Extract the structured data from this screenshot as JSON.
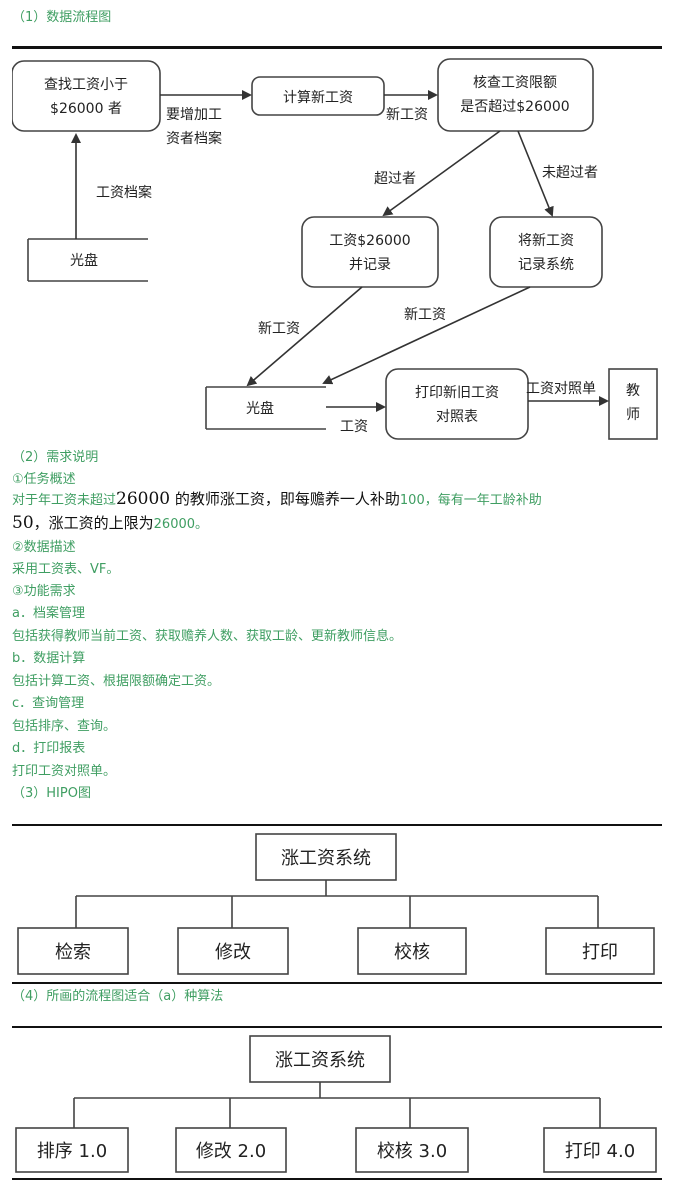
{
  "sections": {
    "s1": "（1）数据流程图",
    "s2": "（2）需求说明",
    "s3": "（3）HIPO图",
    "s4": "（4）所画的流程图适合（a）种算法"
  },
  "dfd": {
    "box_find_l1": "查找工资小于",
    "box_find_l2": "$26000 者",
    "label_add_l1": "要增加工",
    "label_add_l2": "资者档案",
    "box_calc": "计算新工资",
    "label_newwage_1": "新工资",
    "box_check_l1": "核查工资限额",
    "box_check_l2": "是否超过$26000",
    "label_archive": "工资档案",
    "label_over": "超过者",
    "label_notover": "未超过者",
    "box_disk_1": "光盘",
    "box_rec_l1": "工资$26000",
    "box_rec_l2": "并记录",
    "box_sys_l1": "将新工资",
    "box_sys_l2": "记录系统",
    "label_newwage_2": "新工资",
    "label_newwage_3": "新工资",
    "box_disk_2": "光盘",
    "box_print_l1": "打印新旧工资",
    "box_print_l2": "对照表",
    "label_compare": "工资对照单",
    "label_wage": "工资",
    "box_teacher_l1": "教",
    "box_teacher_l2": "师"
  },
  "req": {
    "task_title": "①任务概述",
    "task_a": "对于年工资未超过",
    "task_n1": "26000",
    "task_b": "的教师涨工资，即每赡养一人补助",
    "task_c": "100，每有一年工龄补助",
    "task_n2": "50",
    "task_d": "，涨工资的上限为",
    "task_e": "26000。",
    "data_title": "②数据描述",
    "data_text": "采用工资表、VF。",
    "func_title": "③功能需求",
    "a_title": "a．档案管理",
    "a_text": "包括获得教师当前工资、获取赡养人数、获取工龄、更新教师信息。",
    "b_title": "b．数据计算",
    "b_text": "包括计算工资、根据限额确定工资。",
    "c_title": "c．查询管理",
    "c_text": "包括排序、查询。",
    "d_title": "d．打印报表",
    "d_text": "打印工资对照单。"
  },
  "hipo1": {
    "root": "涨工资系统",
    "children": [
      "检索",
      "修改",
      "校核",
      "打印"
    ]
  },
  "hipo2": {
    "root": "涨工资系统",
    "children": [
      "排序 1.0",
      "修改 2.0",
      "校核 3.0",
      "打印 4.0"
    ]
  }
}
